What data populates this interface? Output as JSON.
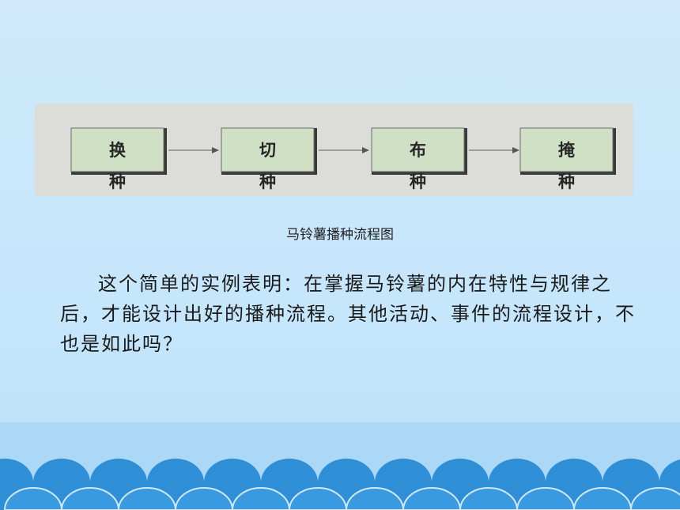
{
  "diagram": {
    "steps": [
      {
        "label": "换 种"
      },
      {
        "label": "切 种"
      },
      {
        "label": "布 种"
      },
      {
        "label": "掩 种"
      }
    ],
    "caption": "马铃薯播种流程图"
  },
  "body_text": "这个简单的实例表明：在掌握马铃薯的内在特性与规律之后，才能设计出好的播种流程。其他活动、事件的流程设计，不也是如此吗？",
  "colors": {
    "background": "#c6e6fb",
    "box_fill": "#cfe0c4",
    "wave_fill": "#2f8fd6",
    "footer_band": "#aad8f6"
  }
}
